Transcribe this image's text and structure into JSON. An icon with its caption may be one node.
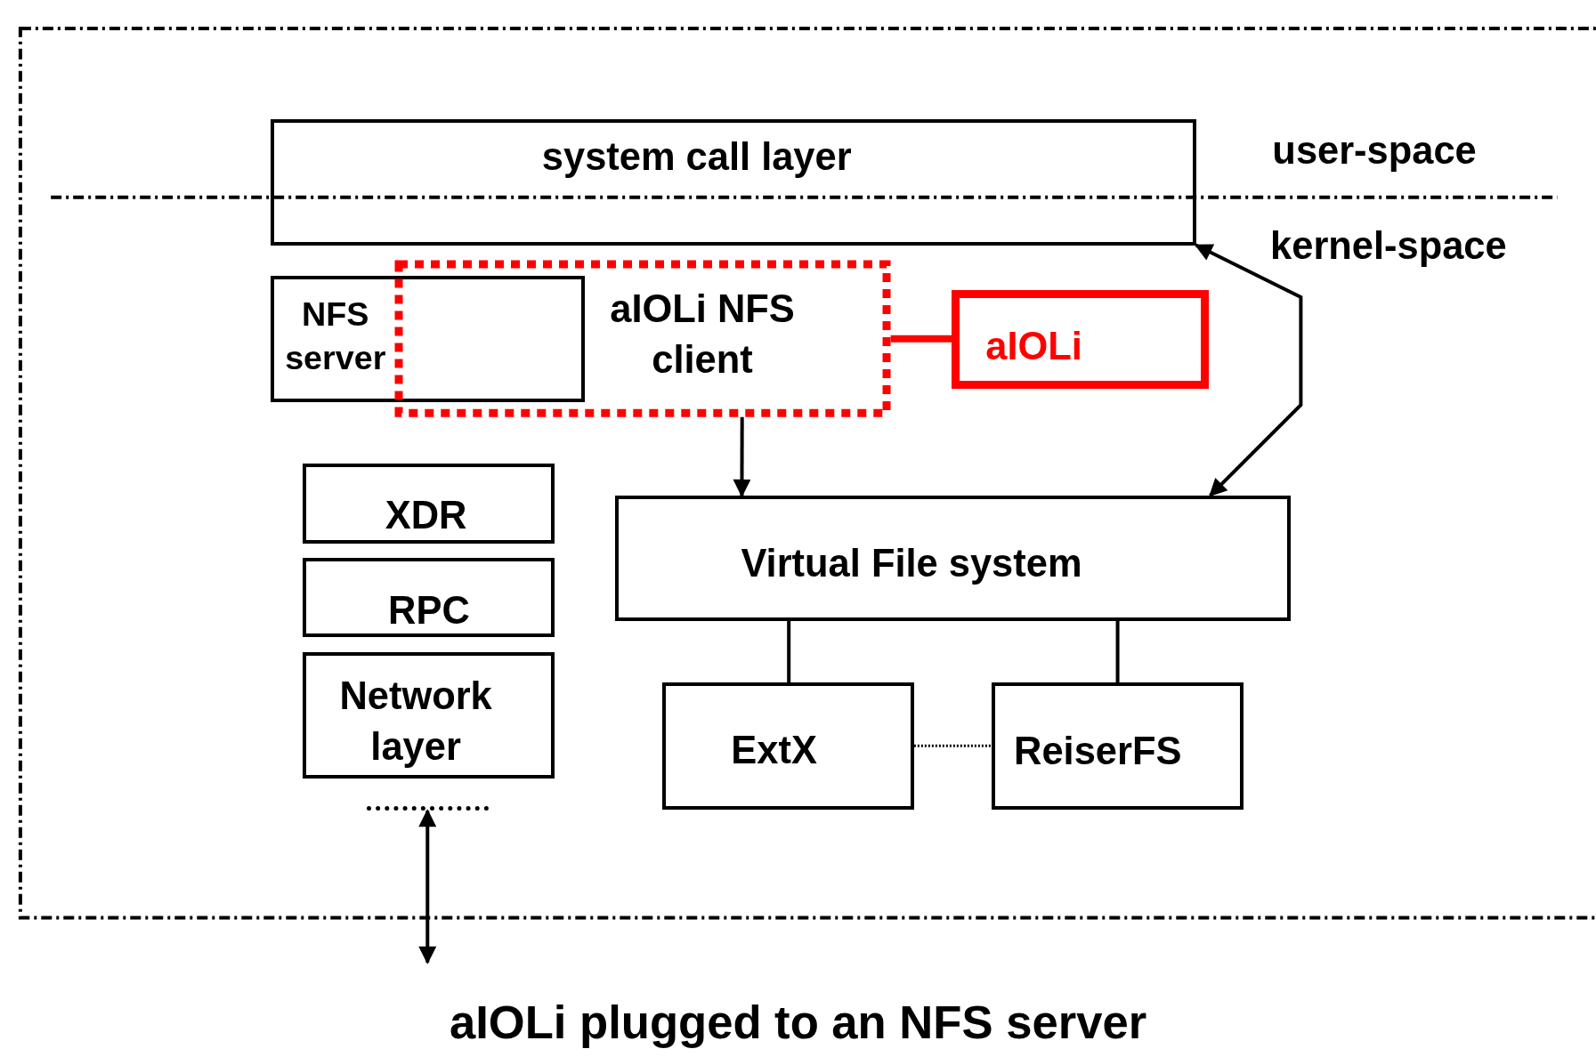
{
  "diagram": {
    "caption": "aIOLi plugged to an NFS server",
    "nodes": [
      {
        "text": [
          "system call layer"
        ]
      },
      {
        "text": [
          "NFS server"
        ]
      },
      {
        "text": [
          "aIOLi NFS client"
        ]
      },
      {
        "text": [
          "aIOLi"
        ]
      },
      {
        "text": [
          "XDR"
        ]
      },
      {
        "text": [
          "RPC"
        ]
      },
      {
        "text": [
          "Network layer"
        ]
      },
      {
        "text": [
          "Virtual File system"
        ]
      },
      {
        "text": [
          "ExtX"
        ]
      },
      {
        "text": [
          "ReiserFS"
        ]
      },
      {
        "text": [],
        "shape": "bar"
      }
    ],
    "edges": [
      {
        "from": 2,
        "to": 3,
        "arrow": "none",
        "style": "thick",
        "color": "#ff0000"
      },
      {
        "from": 2,
        "to": 7,
        "arrow": "to"
      },
      {
        "from": 0,
        "to": 7,
        "arrow": "both"
      },
      {
        "from": 7,
        "to": 8,
        "arrow": "none"
      },
      {
        "from": 7,
        "to": 9,
        "arrow": "none"
      },
      {
        "from": 8,
        "to": 9,
        "arrow": "none",
        "style": "dashed"
      },
      {
        "from": 10,
        "to": null,
        "arrow": "both"
      }
    ],
    "labels": [
      "user-space",
      "kernel-space"
    ]
  }
}
